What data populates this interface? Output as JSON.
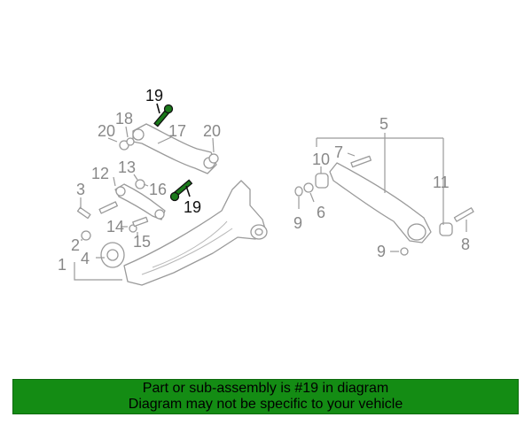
{
  "callouts": {
    "c1": "1",
    "c2": "2",
    "c3": "3",
    "c4": "4",
    "c5": "5",
    "c6": "6",
    "c7": "7",
    "c8": "8",
    "c9a": "9",
    "c9b": "9",
    "c10": "10",
    "c11": "11",
    "c12": "12",
    "c13": "13",
    "c14": "14",
    "c15": "15",
    "c16": "16",
    "c17": "17",
    "c18": "18",
    "c19a": "19",
    "c19b": "19",
    "c20a": "20",
    "c20b": "20"
  },
  "highlight": {
    "part_number": "19",
    "color": "#1b7a1b"
  },
  "banner": {
    "line1": "Part or sub-assembly is #19 in diagram",
    "line2": "Diagram may not be specific to your vehicle",
    "background": "#148c14"
  }
}
